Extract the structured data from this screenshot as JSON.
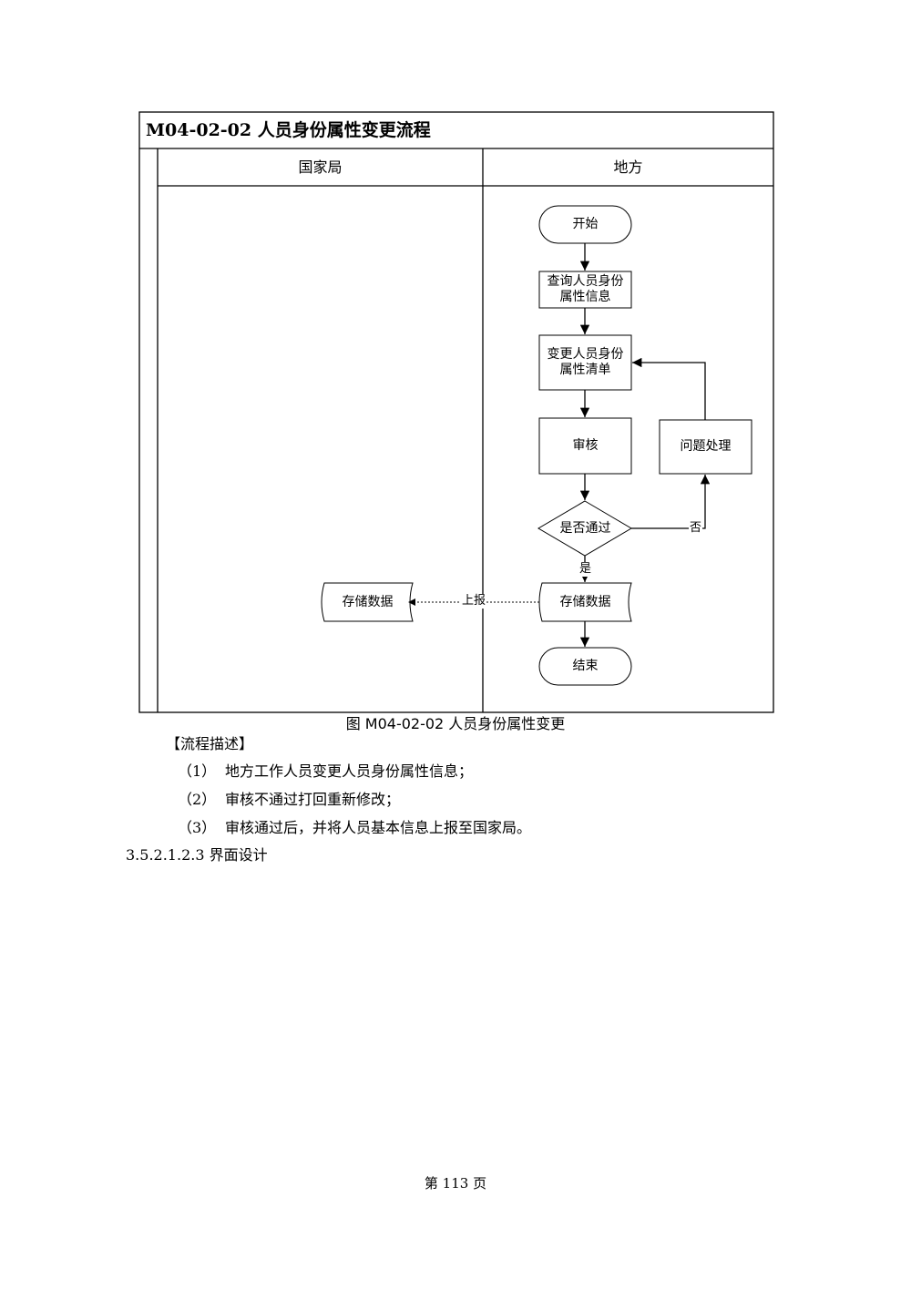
{
  "flowchart": {
    "title": "M04-02-02 人员身份属性变更流程",
    "lanes": [
      "国家局",
      "地方"
    ],
    "nodes": {
      "start": "开始",
      "query": "查询人员身份属性信息",
      "change": "变更人员身份属性清单",
      "review": "审核",
      "issue": "问题处理",
      "decision": "是否通过",
      "store_local": "存储数据",
      "store_national": "存储数据",
      "end": "结束"
    },
    "edge_labels": {
      "no": "否",
      "yes": "是",
      "report": "上报"
    }
  },
  "caption": "图 M04-02-02 人员身份属性变更",
  "section_title": "【流程描述】",
  "steps": [
    {
      "num": "（1）",
      "text": "地方工作人员变更人员身份属性信息；"
    },
    {
      "num": "（2）",
      "text": "审核不通过打回重新修改；"
    },
    {
      "num": "（3）",
      "text": "审核通过后，并将人员基本信息上报至国家局。"
    }
  ],
  "heading": "3.5.2.1.2.3 界面设计",
  "footer": "第 113 页"
}
